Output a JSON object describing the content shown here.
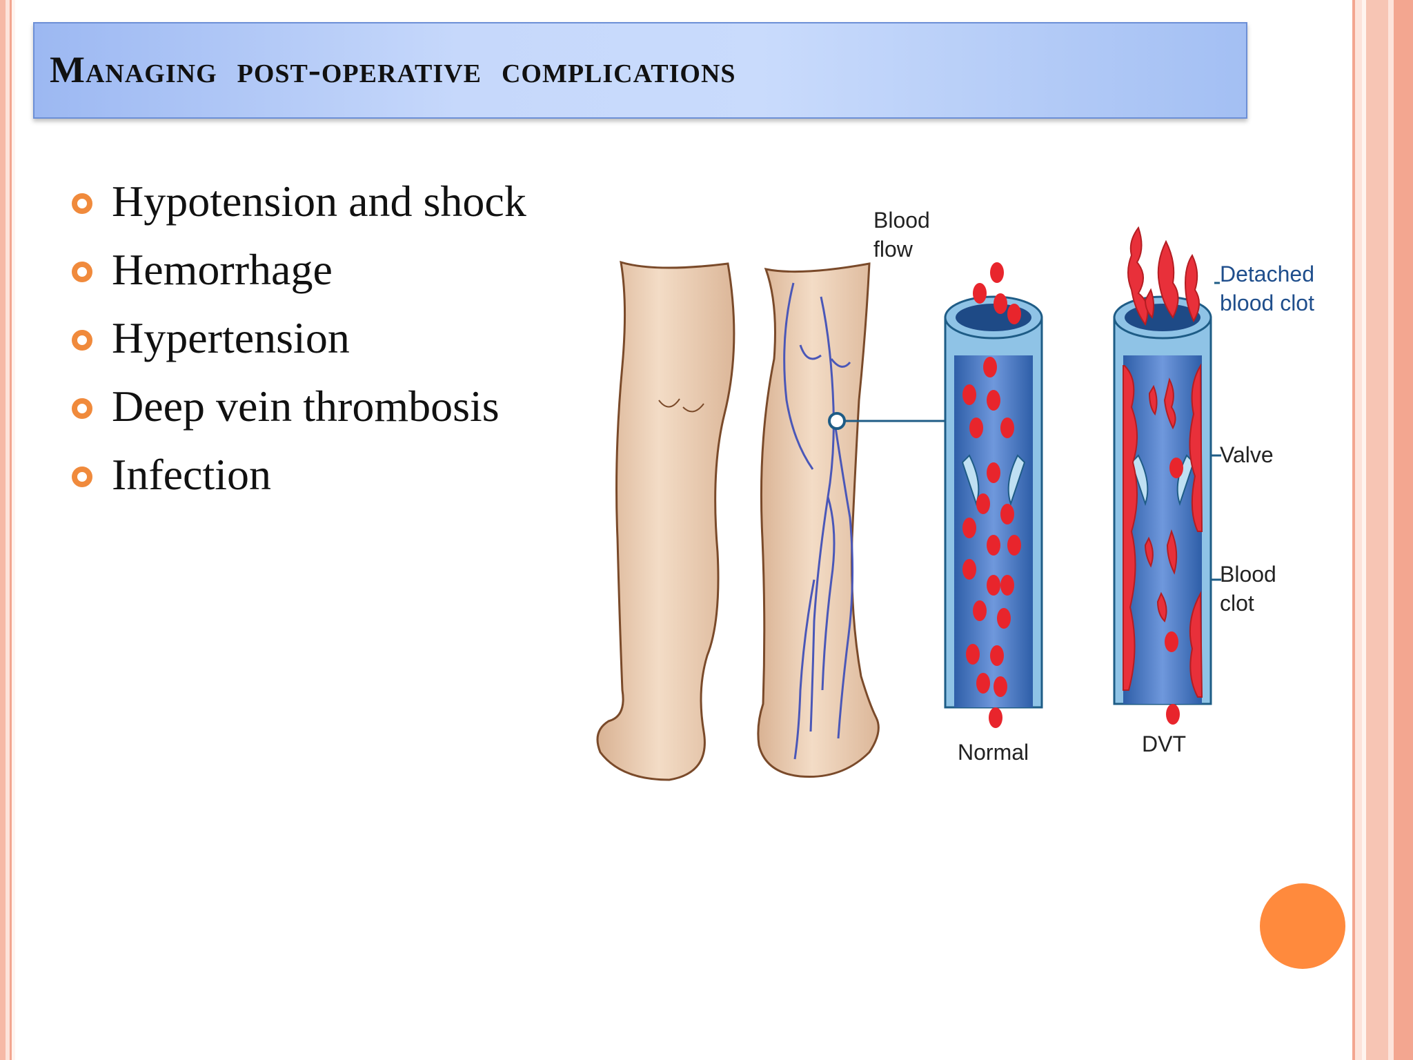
{
  "slide": {
    "title": "Managing  post-operative  complications",
    "bullets": [
      "Hypotension and shock",
      "Hemorrhage",
      "Hypertension",
      "Deep vein thrombosis",
      "Infection"
    ]
  },
  "figure": {
    "labels": {
      "blood_flow_1": "Blood",
      "blood_flow_2": "flow",
      "detached_1": "Detached",
      "detached_2": "blood clot",
      "valve": "Valve",
      "blood_clot_1": "Blood",
      "blood_clot_2": "clot",
      "normal": "Normal",
      "dvt": "DVT"
    }
  },
  "colors": {
    "accent": "#f08a3c",
    "title_bar": "#c6d8fb",
    "circle": "#ff8a3d"
  }
}
